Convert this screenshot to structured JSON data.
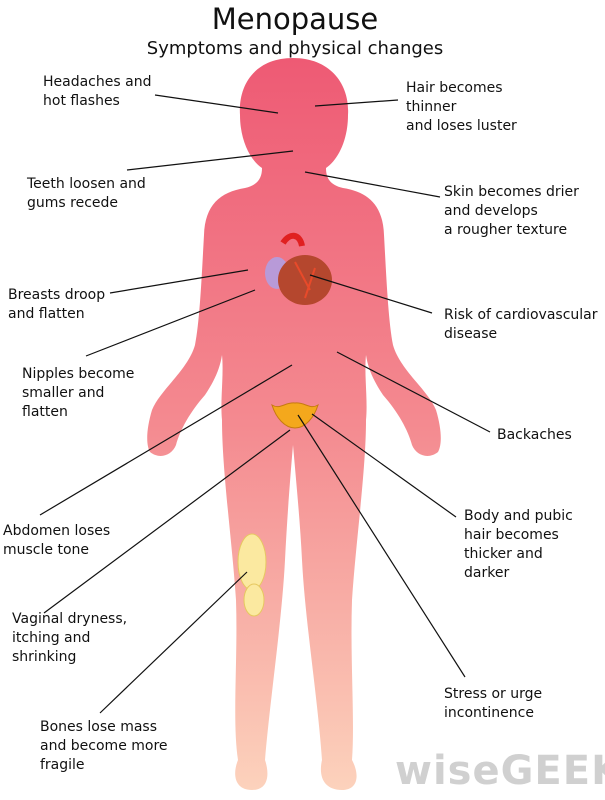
{
  "title": "Menopause",
  "subtitle": "Symptoms and physical changes",
  "labels": {
    "headaches": "Headaches and\nhot flashes",
    "hair": "Hair becomes\nthinner\nand loses luster",
    "teeth": "Teeth loosen and\ngums recede",
    "skin": "Skin becomes drier\nand develops\na rougher texture",
    "breasts": "Breasts droop\nand flatten",
    "cardio": "Risk of cardiovascular\ndisease",
    "nipples": "Nipples become\nsmaller and\nflatten",
    "backaches": "Backaches",
    "abdomen": "Abdomen loses\nmuscle tone",
    "pubic": "Body and pubic\nhair becomes\nthicker and\ndarker",
    "vaginal": "Vaginal dryness,\nitching and\nshrinking",
    "stress": "Stress or urge\nincontinence",
    "bones": "Bones lose mass\nand become more\nfragile"
  },
  "watermark": "wiseGEEK",
  "colors": {
    "body_top": "#ee5a74",
    "body_bottom": "#fcd2bc"
  }
}
